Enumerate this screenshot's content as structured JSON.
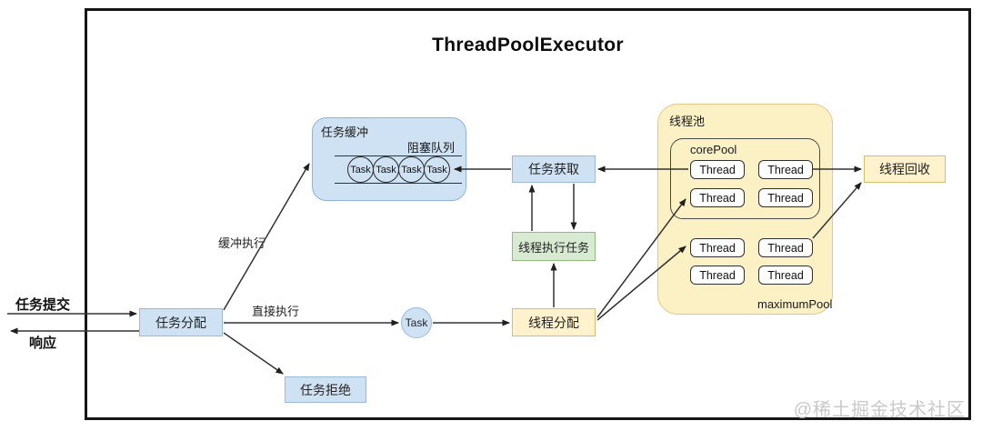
{
  "title": "ThreadPoolExecutor",
  "external": {
    "submit_label": "任务提交",
    "response_label": "响应"
  },
  "nodes": {
    "task_alloc": {
      "label": "任务分配"
    },
    "task_reject": {
      "label": "任务拒绝"
    },
    "task_circle": {
      "label": "Task"
    },
    "thread_alloc": {
      "label": "线程分配"
    },
    "thread_exec": {
      "label": "线程执行任务"
    },
    "task_fetch": {
      "label": "任务获取"
    },
    "thread_recycle": {
      "label": "线程回收"
    }
  },
  "buffer": {
    "label": "任务缓冲",
    "queue_label": "阻塞队列",
    "tasks": [
      "Task",
      "Task",
      "Task",
      "Task"
    ]
  },
  "pool": {
    "label": "线程池",
    "core_label": "corePool",
    "max_label": "maximumPool",
    "threads": [
      "Thread",
      "Thread",
      "Thread",
      "Thread",
      "Thread",
      "Thread",
      "Thread",
      "Thread"
    ]
  },
  "edge_labels": {
    "buffered_exec": "缓冲执行",
    "direct_exec": "直接执行"
  },
  "watermark": "@稀土掘金技术社区",
  "colors": {
    "blue_fill": "#cfe2f3",
    "blue_border": "#9cb9dc",
    "green_fill": "#d9ead3",
    "green_border": "#8fbf7a",
    "yellow_fill": "#fff2cc",
    "yellow_border": "#d8bd6a",
    "pool_fill": "#fcf0c5",
    "pool_border": "#e0c98a",
    "line": "#333333",
    "frame": "#161616",
    "watermark_gray": "#c9c9c9"
  }
}
